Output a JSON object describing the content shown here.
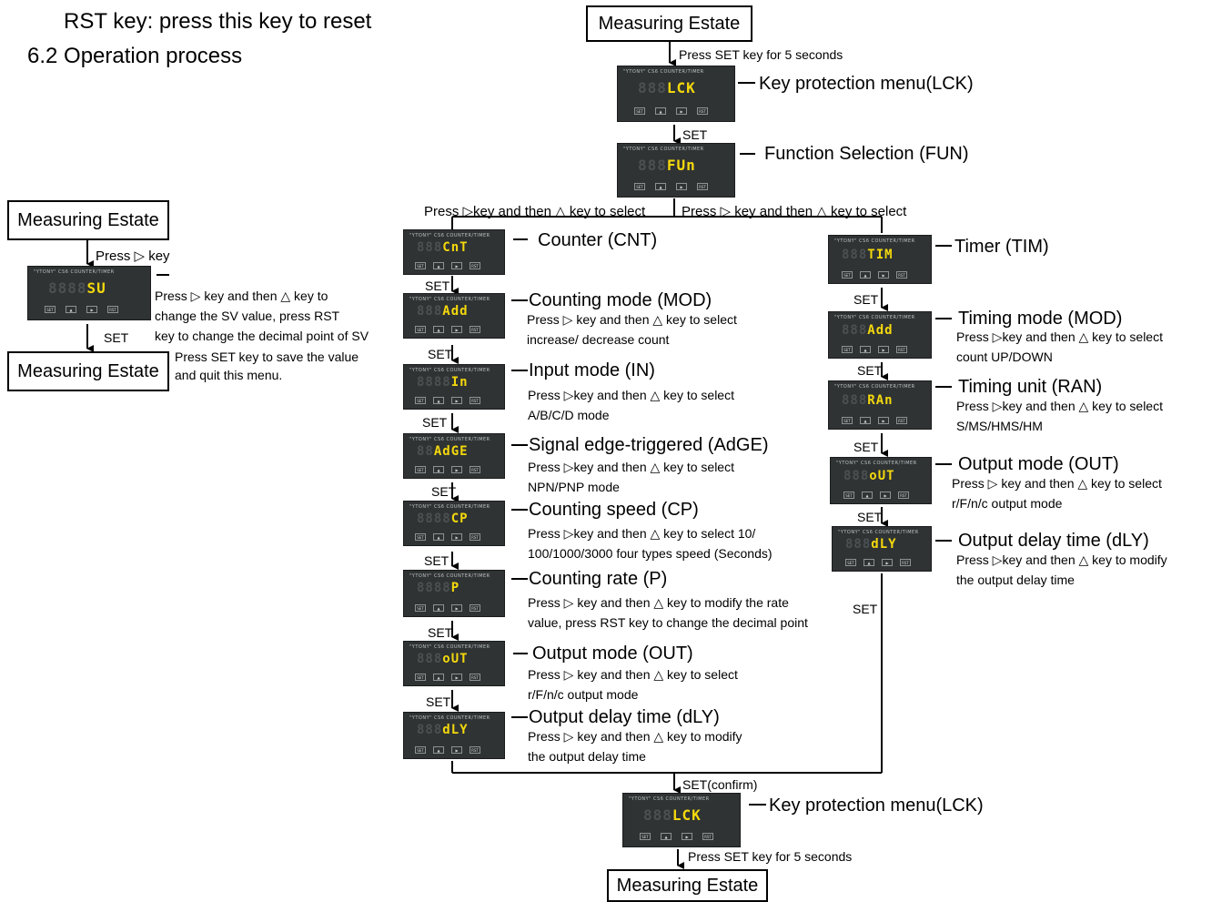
{
  "intro": {
    "rst_line": "RST key: press this key to reset",
    "section_title": "6.2 Operation process"
  },
  "left_flow": {
    "box_top": "Measuring Estate",
    "press_key": "Press ▷ key",
    "display": "SU",
    "desc": [
      "Press ▷ key and then △ key to",
      "change the SV value, press RST",
      "key to change the decimal point of SV"
    ],
    "set": "SET",
    "save": [
      "Press SET key to save the value",
      "and quit this menu."
    ],
    "box_bottom": "Measuring Estate"
  },
  "main_flow": {
    "box_top": "Measuring Estate",
    "press5": "Press SET key for 5 seconds",
    "lck_title": "Key protection menu(LCK)",
    "set": "SET",
    "fun_title": "Function Selection (FUN)",
    "branch_left": "Press ▷key and then △ key to select",
    "branch_right": "Press ▷ key and then △ key to select",
    "confirm": "SET(confirm)",
    "lck_bottom_title": "Key protection menu(LCK)",
    "press5_bottom": "Press SET key for 5 seconds",
    "box_bottom": "Measuring Estate"
  },
  "device": {
    "brand": "\"YTONY\" CS6 COUNTER/TIMER",
    "keys": [
      "SET",
      "▲",
      "▶",
      "RST"
    ]
  },
  "displays": {
    "lck": "LCK",
    "fun": "FUn",
    "cnt": "CnT",
    "mod": "Add",
    "in": "In",
    "adge": "AdGE",
    "cp": "CP",
    "p": "P",
    "out": "oUT",
    "dly": "dLY",
    "tim": "TIM",
    "tmod": "Add",
    "ran": "RAn",
    "tout": "oUT",
    "tdly": "dLY",
    "lck2": "LCK"
  },
  "counter_branch": {
    "set": "SET",
    "cnt_title": "Counter (CNT)",
    "mod_title": "Counting mode (MOD)",
    "mod_desc": [
      "Press ▷ key and then △ key to select",
      "increase/ decrease count"
    ],
    "in_title": "Input mode (IN)",
    "in_desc": [
      "Press ▷key and then △ key  to select",
      "A/B/C/D mode"
    ],
    "adge_title": "Signal edge-triggered (AdGE)",
    "adge_desc": [
      "Press ▷key and then △ key  to select",
      "NPN/PNP mode"
    ],
    "cp_title": "Counting speed (CP)",
    "cp_desc": [
      "Press ▷key and then △ key  to select 10/",
      "100/1000/3000 four types speed (Seconds)"
    ],
    "p_title": "Counting rate (P)",
    "p_desc": [
      "Press ▷ key and then △ key  to modify  the rate",
      "value, press RST key to change the decimal point"
    ],
    "out_title": "Output mode (OUT)",
    "out_desc": [
      "Press ▷ key and then △ key  to select",
      "r/F/n/c output mode"
    ],
    "dly_title": "Output delay time (dLY)",
    "dly_desc": [
      "Press ▷ key and then △ key  to modify",
      "the output delay time"
    ]
  },
  "timer_branch": {
    "set": "SET",
    "tim_title": "Timer (TIM)",
    "tmod_title": "Timing mode (MOD)",
    "tmod_desc": [
      "Press ▷key and then △ key to select",
      "count UP/DOWN"
    ],
    "ran_title": "Timing unit (RAN)",
    "ran_desc": [
      "Press ▷key and then △ key to select",
      "S/MS/HMS/HM"
    ],
    "out_title": "Output mode (OUT)",
    "out_desc": [
      "Press ▷ key and then △ key  to select",
      "r/F/n/c output mode"
    ],
    "dly_title": "Output delay time (dLY)",
    "dly_desc": [
      "Press ▷key and then △ key  to modify",
      "the output delay time"
    ]
  }
}
